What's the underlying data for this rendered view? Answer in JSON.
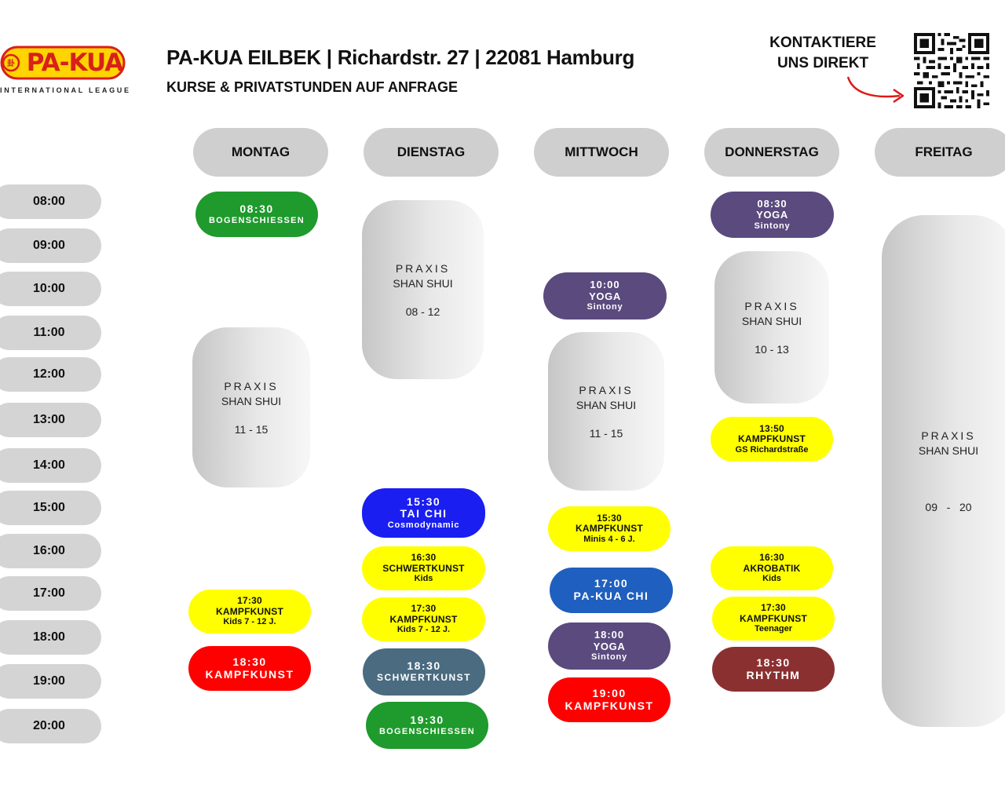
{
  "header": {
    "logo_text": "PA-KUA",
    "logo_subtitle": "INTERNATIONAL LEAGUE",
    "title": "PA-KUA EILBEK | Richardstr. 27 | 22081 Hamburg",
    "subtitle": "KURSE & PRIVATSTUNDEN AUF ANFRAGE",
    "contact_line1": "KONTAKTIERE",
    "contact_line2": "UNS DIREKT"
  },
  "days": [
    "MONTAG",
    "DIENSTAG",
    "MITTWOCH",
    "DONNERSTAG",
    "FREITAG"
  ],
  "times": [
    "08:00",
    "09:00",
    "10:00",
    "11:00",
    "12:00",
    "13:00",
    "14:00",
    "15:00",
    "16:00",
    "17:00",
    "18:00",
    "19:00",
    "20:00"
  ],
  "classes": {
    "mo_0830": {
      "time": "08:30",
      "name": "BOGENSCHIESSEN",
      "color": "#1f9a2c",
      "text_color": "#ffffff"
    },
    "mo_1730": {
      "time": "17:30",
      "name": "KAMPFKUNST",
      "sub": "Kids 7 - 12 J.",
      "color": "#ffff00",
      "text_color": "#111111"
    },
    "mo_1830": {
      "time": "18:30",
      "name": "KAMPFKUNST",
      "color": "#ff0000",
      "text_color": "#ffffff"
    },
    "di_1530": {
      "time": "15:30",
      "name": "TAI CHI",
      "sub": "Cosmodynamic",
      "color": "#1a1ef0",
      "text_color": "#ffffff"
    },
    "di_1630": {
      "time": "16:30",
      "name": "SCHWERTKUNST",
      "sub": "Kids",
      "color": "#ffff00",
      "text_color": "#111111"
    },
    "di_1730": {
      "time": "17:30",
      "name": "KAMPFKUNST",
      "sub": "Kids 7 - 12 J.",
      "color": "#ffff00",
      "text_color": "#111111"
    },
    "di_1830": {
      "time": "18:30",
      "name": "SCHWERTKUNST",
      "color": "#4a6b80",
      "text_color": "#ffffff"
    },
    "di_1930": {
      "time": "19:30",
      "name": "BOGENSCHIESSEN",
      "color": "#1f9a2c",
      "text_color": "#ffffff"
    },
    "mi_1000": {
      "time": "10:00",
      "name": "YOGA",
      "sub": "Sintony",
      "color": "#5a4a7e",
      "text_color": "#ffffff"
    },
    "mi_1530": {
      "time": "15:30",
      "name": "KAMPFKUNST",
      "sub": "Minis 4 - 6 J.",
      "color": "#ffff00",
      "text_color": "#111111"
    },
    "mi_1700": {
      "time": "17:00",
      "name": "PA-KUA CHI",
      "color": "#1f5fbf",
      "text_color": "#ffffff"
    },
    "mi_1800": {
      "time": "18:00",
      "name": "YOGA",
      "sub": "Sintony",
      "color": "#5a4a7e",
      "text_color": "#ffffff"
    },
    "mi_1900": {
      "time": "19:00",
      "name": "KAMPFKUNST",
      "color": "#ff0000",
      "text_color": "#ffffff"
    },
    "do_0830": {
      "time": "08:30",
      "name": "YOGA",
      "sub": "Sintony",
      "color": "#5a4a7e",
      "text_color": "#ffffff"
    },
    "do_1350": {
      "time": "13:50",
      "name": "KAMPFKUNST",
      "sub": "GS Richardstraße",
      "color": "#ffff00",
      "text_color": "#111111"
    },
    "do_1630": {
      "time": "16:30",
      "name": "AKROBATIK",
      "sub": "Kids",
      "color": "#ffff00",
      "text_color": "#111111"
    },
    "do_1730": {
      "time": "17:30",
      "name": "KAMPFKUNST",
      "sub": "Teenager",
      "color": "#ffff00",
      "text_color": "#111111"
    },
    "do_1830": {
      "time": "18:30",
      "name": "RHYTHM",
      "color": "#8b3030",
      "text_color": "#ffffff"
    }
  },
  "praxis": {
    "mo": {
      "label": "PRAXIS",
      "name": "SHAN SHUI",
      "hours": "11 - 15"
    },
    "di": {
      "label": "PRAXIS",
      "name": "SHAN SHUI",
      "hours": "08 - 12"
    },
    "mi": {
      "label": "PRAXIS",
      "name": "SHAN SHUI",
      "hours": "11 - 15"
    },
    "do": {
      "label": "PRAXIS",
      "name": "SHAN SHUI",
      "hours": "10 - 13"
    },
    "fr": {
      "label": "PRAXIS",
      "name": "SHAN SHUI",
      "hours": "09   -   20"
    }
  },
  "icons": {
    "logo": "pa-kua-logo",
    "arrow": "curved-arrow-icon",
    "qr": "qr-code-icon"
  },
  "colors": {
    "day_header_bg": "#cfcfcf",
    "time_bg": "#d4d4d4",
    "logo_red": "#d8201a",
    "logo_yellow": "#ffd400",
    "arrow_red": "#e01818"
  }
}
